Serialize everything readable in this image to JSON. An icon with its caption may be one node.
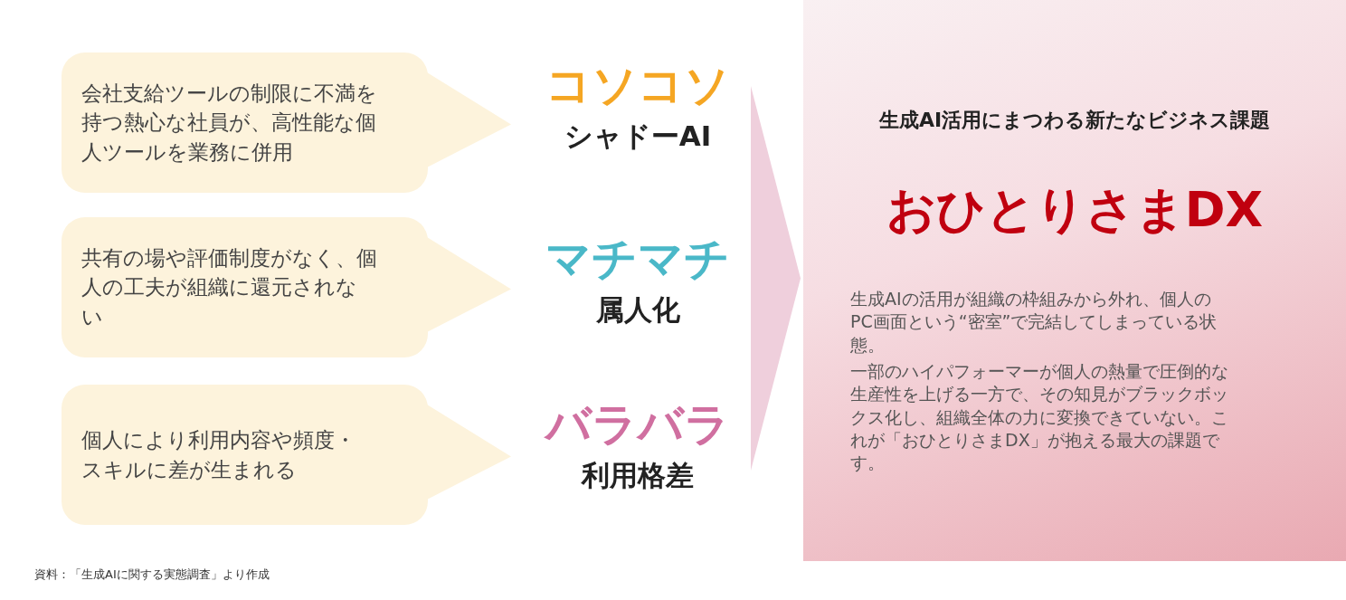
{
  "diagram": {
    "nodes": [
      {
        "text": [
          "会社支給ツールの制限に不満を持つ熱心な社員が、高性能な個人ツールを業務に併用"
        ]
      },
      {
        "text": [
          "コソコソ",
          "シャドーAI"
        ]
      },
      {
        "text": [
          "共有の場や評価制度がなく、個人の工夫が組織に還元されない"
        ]
      },
      {
        "text": [
          "マチマチ",
          "属人化"
        ]
      },
      {
        "text": [
          "個人により利用内容や頻度・スキルに差が生まれる"
        ]
      },
      {
        "text": [
          "バラバラ",
          "利用格差"
        ]
      },
      {
        "text": [
          "生成AI活用にまつわる新たなビジネス課題",
          "おひとりさまDX",
          "生成AIの活用が組織の枠組みから外れ、個人のPC画面という“密室”で完結してしまっている状態。",
          "一部のハイパフォーマーが個人の熱量で圧倒的な生産性を上げる一方で、その知見がブラックボックス化し、組織全体の力に変換できていない。これが「おひとりさまDX」が抱える最大の課題です。"
        ]
      }
    ],
    "edges": [
      {
        "from": 0,
        "to": 1,
        "arrow": "to"
      },
      {
        "from": 2,
        "to": 3,
        "arrow": "to"
      },
      {
        "from": 4,
        "to": 5,
        "arrow": "to"
      }
    ],
    "labels": [
      "資料：「生成AIに関する実態調査」より作成"
    ]
  }
}
